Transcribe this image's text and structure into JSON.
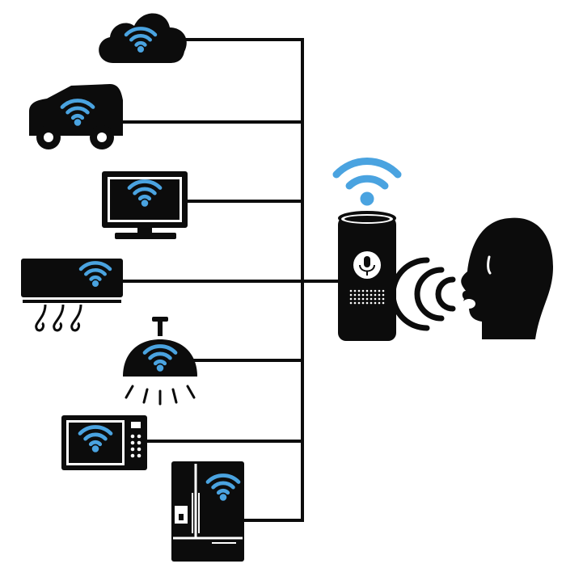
{
  "colors": {
    "device": "#0c0c0c",
    "wifi": "#4aa3e0",
    "line": "#0c0c0c",
    "background": "#ffffff"
  },
  "devices": [
    {
      "name": "cloud",
      "icon": "cloud-icon"
    },
    {
      "name": "car",
      "icon": "car-icon"
    },
    {
      "name": "television",
      "icon": "tv-icon"
    },
    {
      "name": "air-conditioner",
      "icon": "air-conditioner-icon"
    },
    {
      "name": "ceiling-lamp",
      "icon": "lamp-icon"
    },
    {
      "name": "microwave",
      "icon": "microwave-icon"
    },
    {
      "name": "refrigerator",
      "icon": "fridge-icon"
    }
  ],
  "hub": {
    "icon": "smart-speaker-icon",
    "mic_icon": "microphone-icon"
  },
  "user": {
    "icon": "speaking-head-icon"
  }
}
